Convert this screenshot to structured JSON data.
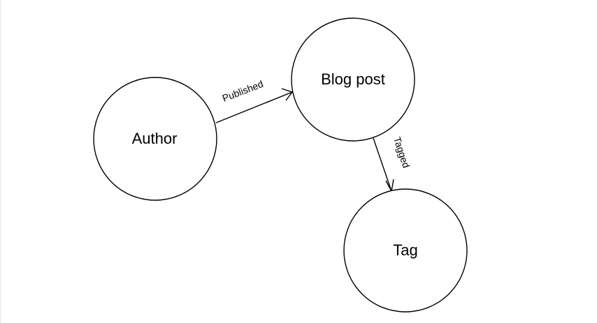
{
  "diagram": {
    "nodes": {
      "author": {
        "label": "Author"
      },
      "blog_post": {
        "label": "Blog post"
      },
      "tag": {
        "label": "Tag"
      }
    },
    "edges": {
      "published": {
        "label": "Published",
        "from": "Author",
        "to": "Blog post"
      },
      "tagged": {
        "label": "Tagged",
        "from": "Blog post",
        "to": "Tag"
      }
    },
    "colors": {
      "stroke": "#000000",
      "background": "#ffffff"
    }
  }
}
